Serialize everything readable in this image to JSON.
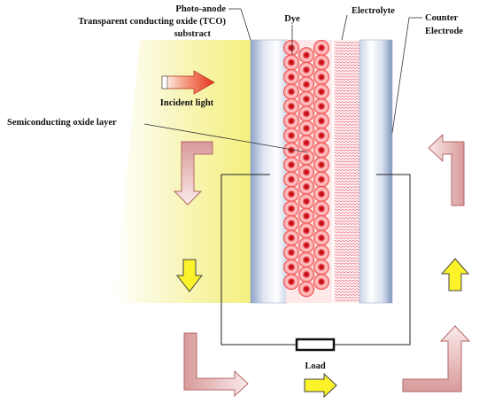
{
  "labels": {
    "photo_anode": "Photo-anode",
    "tco_line1": "Transparent conducting oxide (TCO)",
    "tco_line2": "substract",
    "dye": "Dye",
    "electrolyte": "Electrolyte",
    "counter_line1": "Counter",
    "counter_line2": "Electrode",
    "incident_light": "Incident light",
    "semiconducting_layer": "Semiconducting oxide layer",
    "load": "Load"
  },
  "colors": {
    "light_beam": "#f7f39a",
    "light_beam_fade": "#ffffff",
    "glass_edge": "#8da3c6",
    "glass_center": "#ffffff",
    "dye_particle": "#e3232c",
    "dye_particle_light": "#ffe2e2",
    "electrolyte_wave": "#e45a6a",
    "flow_arrow_pink": "#e9b6b6",
    "flow_arrow_pink_dark": "#b46666",
    "flow_arrow_yellow": "#fbf22a",
    "incident_arrow": "#e5331a",
    "wire": "#222222"
  },
  "icons": {
    "incident_arrow": "right-arrow-icon",
    "electron_flow": "bent-arrow-icon",
    "current_flow": "yellow-arrow-icon",
    "load": "resistor-icon"
  }
}
